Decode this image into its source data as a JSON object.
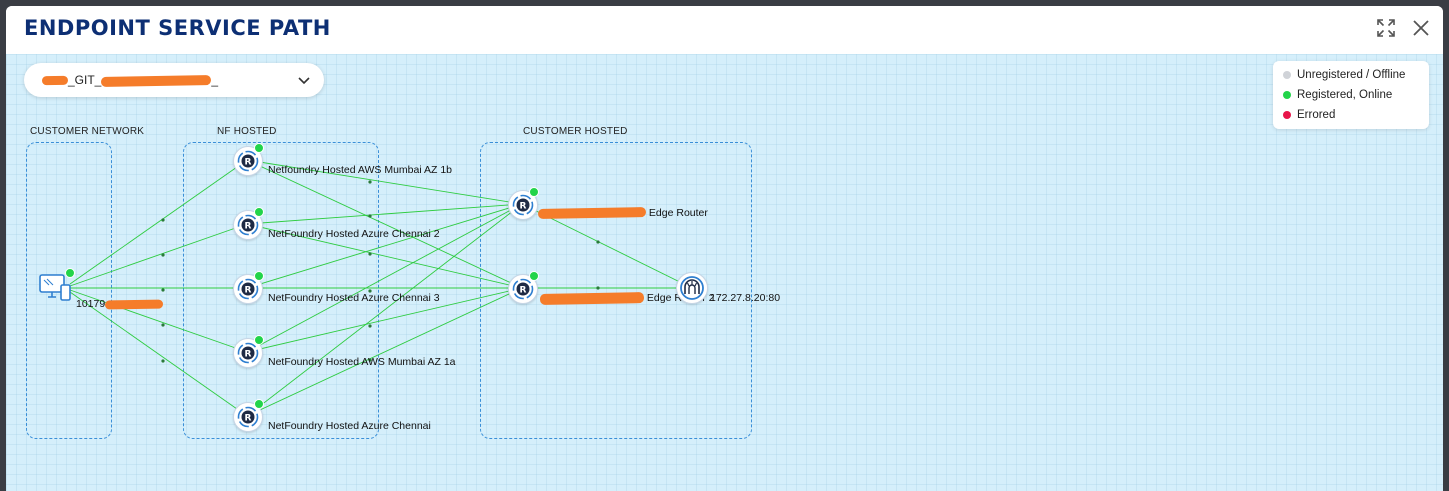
{
  "dialog": {
    "title": "ENDPOINT SERVICE PATH",
    "expand_icon": "expand-icon",
    "close_icon": "close-icon"
  },
  "selector": {
    "value_prefix": "",
    "value_visible": "_GIT_",
    "value_suffix": "_",
    "icon": "chevron-down-icon"
  },
  "legend": {
    "items": [
      {
        "label": "Unregistered / Offline",
        "color": "#d0d3d8"
      },
      {
        "label": "Registered, Online",
        "color": "#22d44a"
      },
      {
        "label": "Errored",
        "color": "#e8154a"
      }
    ]
  },
  "groups": {
    "customer_network": "CUSTOMER NETWORK",
    "nf_hosted": "NF HOSTED",
    "customer_hosted": "CUSTOMER HOSTED"
  },
  "nodes": {
    "endpoint": {
      "label": "10179",
      "status": "online",
      "icon": "endpoint-devices-icon"
    },
    "nf_routers": [
      {
        "label": "Netfoundry Hosted AWS Mumbai AZ 1b",
        "status": "online",
        "icon": "router-icon"
      },
      {
        "label": "NetFoundry Hosted Azure Chennai 2",
        "status": "online",
        "icon": "router-icon"
      },
      {
        "label": "NetFoundry Hosted Azure Chennai 3",
        "status": "online",
        "icon": "router-icon"
      },
      {
        "label": "NetFoundry Hosted AWS Mumbai AZ 1a",
        "status": "online",
        "icon": "router-icon"
      },
      {
        "label": "NetFoundry Hosted Azure Chennai",
        "status": "online",
        "icon": "router-icon"
      }
    ],
    "customer_routers": [
      {
        "label": "Edge Router",
        "status": "online",
        "icon": "router-icon"
      },
      {
        "label": "Edge Router 2",
        "status": "online",
        "icon": "router-icon"
      }
    ],
    "service": {
      "label": "172.27.8.20:80",
      "icon": "service-tunnel-icon"
    }
  },
  "colors": {
    "accent": "#0d2f74",
    "link": "#2ecc40",
    "group_border": "#3a8fd8",
    "canvas": "#d5effb",
    "redaction": "#f57c2a"
  }
}
